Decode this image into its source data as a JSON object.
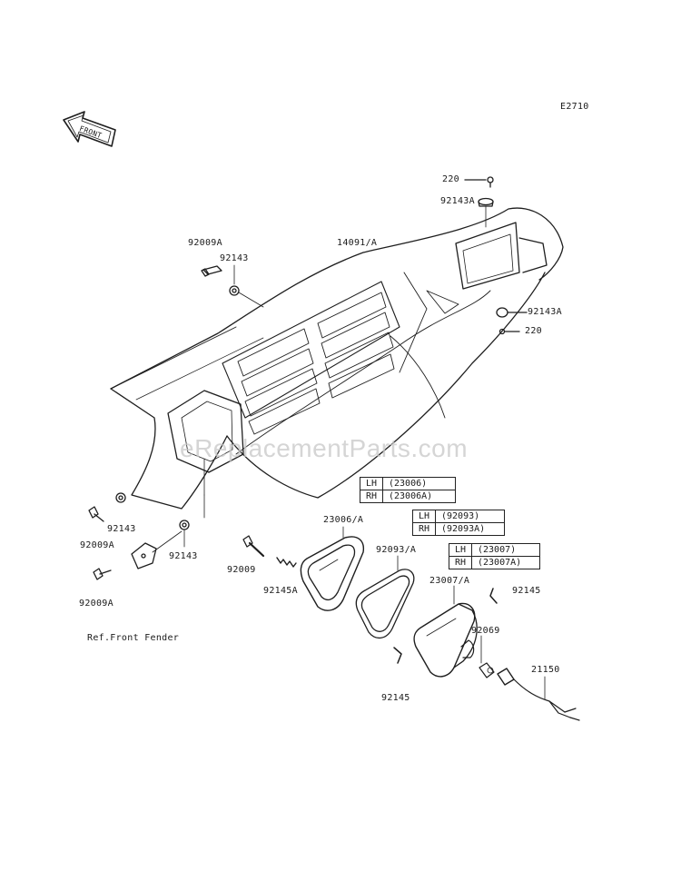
{
  "diagram_code": "E2710",
  "front_arrow": {
    "text": "FRONT"
  },
  "parts": {
    "p220_top": "220",
    "p92143A_top": "92143A",
    "p14091A": "14091/A",
    "p92009A_top": "92009A",
    "p92143_top": "92143",
    "p92143A_right": "92143A",
    "p220_right": "220",
    "p92009A_mid": "92009A",
    "p92143_left": "92143",
    "p92143_mid": "92143",
    "p92009A_bottom": "92009A",
    "p92009": "92009",
    "p92145A": "92145A",
    "p23006A": "23006/A",
    "p92093A": "92093/A",
    "p23007A": "23007/A",
    "p92145_right": "92145",
    "p92069": "92069",
    "p21150": "21150",
    "p92145_bottom": "92145"
  },
  "ref_note": "Ref.Front Fender",
  "variant_tables": [
    {
      "rows": [
        {
          "side": "LH",
          "code": "(23006)"
        },
        {
          "side": "RH",
          "code": "(23006A)"
        }
      ]
    },
    {
      "rows": [
        {
          "side": "LH",
          "code": "(92093)"
        },
        {
          "side": "RH",
          "code": "(92093A)"
        }
      ]
    },
    {
      "rows": [
        {
          "side": "LH",
          "code": "(23007)"
        },
        {
          "side": "RH",
          "code": "(23007A)"
        }
      ]
    }
  ],
  "watermark": "eReplacementParts.com"
}
